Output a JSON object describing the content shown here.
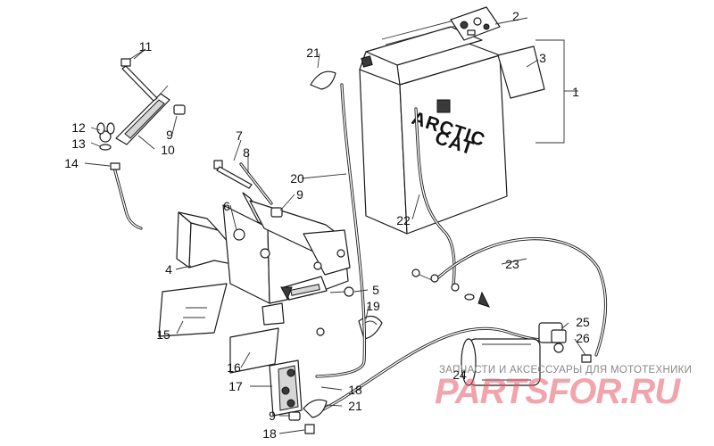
{
  "diagram": {
    "callouts": {
      "c1": "1",
      "c2": "2",
      "c3": "3",
      "c4": "4",
      "c5": "5",
      "c6": "6",
      "c7": "7",
      "c8": "8",
      "c9a": "9",
      "c9b": "9",
      "c9c": "9",
      "c10": "10",
      "c11": "11",
      "c12": "12",
      "c13": "13",
      "c14": "14",
      "c15": "15",
      "c16": "16",
      "c17": "17",
      "c18a": "18",
      "c18b": "18",
      "c19": "19",
      "c20": "20",
      "c21a": "21",
      "c21b": "21",
      "c22": "22",
      "c23": "23",
      "c24": "24",
      "c25": "25",
      "c26": "26"
    },
    "battery_brand_line1": "ARCTIC",
    "battery_brand_line2": "CAT"
  },
  "watermark": {
    "subtitle": "ЗАПЧАСТИ И АКСЕССУАРЫ ДЛЯ МОТОТЕХНИКИ",
    "logo": "PARTSFOR.RU"
  }
}
